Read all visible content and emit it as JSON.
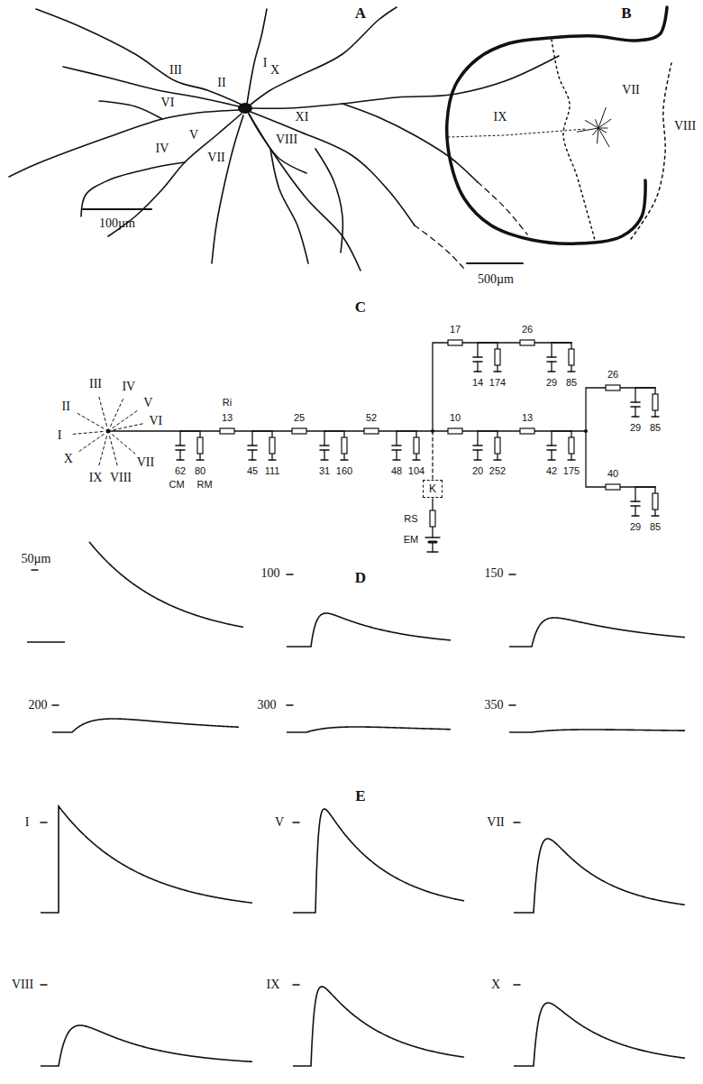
{
  "diagram": {
    "nodes": [
      {
        "text": [
          "K"
        ]
      }
    ],
    "labels": [
      "A",
      "I",
      "II",
      "III",
      "X",
      "VI",
      "XI",
      "V",
      "IV",
      "VII",
      "VIII",
      "100µm",
      "B",
      "IX",
      "VII",
      "VIII",
      "500µm",
      "C",
      "I",
      "II",
      "III",
      "IV",
      "V",
      "VI",
      "VII",
      "VIII",
      "IX",
      "X",
      "Ri",
      "13",
      "62",
      "CM",
      "80",
      "RM",
      "45",
      "111",
      "25",
      "31",
      "160",
      "52",
      "48",
      "104",
      "17",
      "14",
      "174",
      "26",
      "29",
      "85",
      "10",
      "20",
      "252",
      "13",
      "42",
      "175",
      "26",
      "29",
      "85",
      "40",
      "29",
      "85",
      "RS",
      "EM",
      "D",
      "50µm",
      "100",
      "150",
      "200",
      "300",
      "350",
      "E",
      "I",
      "V",
      "VII",
      "VIII",
      "IX",
      "X"
    ]
  }
}
